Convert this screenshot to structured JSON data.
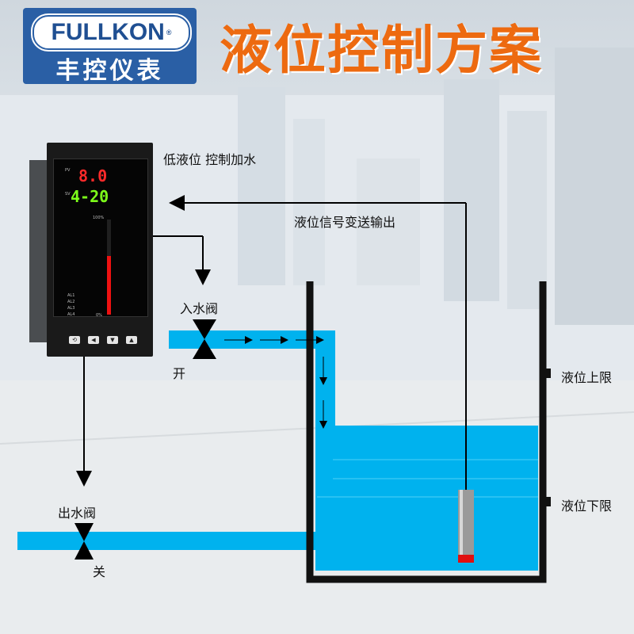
{
  "brand": {
    "name": "FULLKON",
    "registered": "®",
    "subtitle": "丰控仪表"
  },
  "headline": "液位控制方案",
  "labels": {
    "low_level": "低液位 控制加水",
    "transmit": "液位信号变送输出",
    "inlet_valve": "入水阀",
    "inlet_state": "开",
    "outlet_valve": "出水阀",
    "outlet_state": "关",
    "upper_limit": "液位上限",
    "lower_limit": "液位下限"
  },
  "controller": {
    "pv_tag": "PV",
    "sv_tag": "SV",
    "pv_value": "8.0",
    "sv_value": "4-20",
    "bar_top": "100%",
    "bar_bottom": "0%",
    "alarms": [
      "AL1",
      "AL2",
      "AL3",
      "AL4"
    ],
    "level_fraction": 0.62,
    "buttons": [
      "⟲",
      "◀",
      "▼",
      "▲"
    ]
  },
  "colors": {
    "water": "#00b2ee",
    "headline": "#ed6a10",
    "logo": "#2a5fa5",
    "sensor_tip": "#e01010"
  }
}
